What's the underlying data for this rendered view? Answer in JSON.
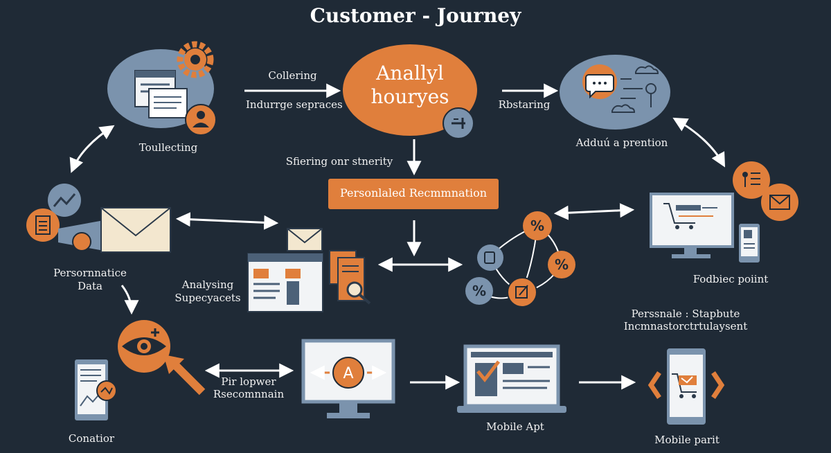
{
  "title": "Customer - Journey",
  "center_node": {
    "line1": "Anallyl",
    "line2": "houryes"
  },
  "labels": {
    "collecting": "Collering",
    "insurance": "Indurrge sepraces",
    "restoring": "Rbstaring",
    "toullecting": "Toullecting",
    "addition": "Adduú a prention",
    "steering": "Sfiering onr stnerity",
    "performance_line1": "Persornnatice",
    "performance_line2": "Data",
    "analysing_line1": "Analysing",
    "analysing_line2": "Supecyacets",
    "feedback": "Fodbiec poiint",
    "personal_line1": "Perssnale : Stapbute",
    "personal_line2": "Incmnastorctrtulaysent",
    "pir_line1": "Pir lopwer",
    "pir_line2": "Rsecomnnain",
    "condition": "Conatior",
    "mobile_app": "Mobile  Apt",
    "mobile_point": "Mobile parit"
  },
  "recommendation_button": "Personlaled Recmmnation",
  "icon_texts": {
    "percent": "%",
    "letter_a": "A"
  },
  "colors": {
    "background": "#1f2a36",
    "accent_orange": "#e07f3c",
    "slate_blue": "#7b93ad",
    "dark_slate": "#4c6178",
    "cream": "#f3e7cf",
    "white": "#ffffff"
  }
}
